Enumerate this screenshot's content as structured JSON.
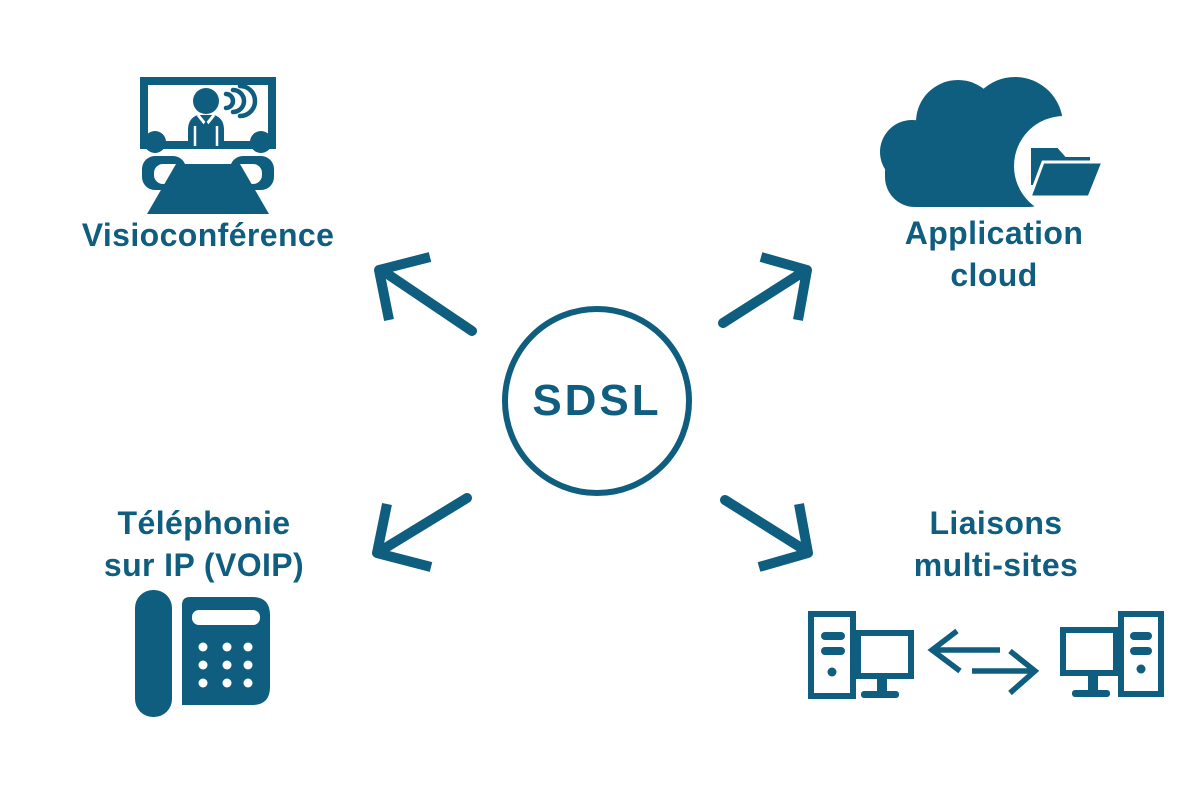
{
  "diagram": {
    "background": "#ffffff",
    "accent_color": "#0f5e7f",
    "center": {
      "label": "SDSL"
    },
    "nodes": [
      {
        "id": "visioconference",
        "icon": "videoconference-icon",
        "lines": [
          "Visioconférence"
        ]
      },
      {
        "id": "application-cloud",
        "icon": "cloud-folder-icon",
        "lines": [
          "Application",
          "cloud"
        ]
      },
      {
        "id": "telephonie-voip",
        "icon": "voip-phone-icon",
        "lines": [
          "Téléphonie",
          "sur IP (VOIP)"
        ]
      },
      {
        "id": "liaisons-multi-sites",
        "icon": "multi-site-link-icon",
        "lines": [
          "Liaisons",
          "multi-sites"
        ]
      }
    ]
  }
}
